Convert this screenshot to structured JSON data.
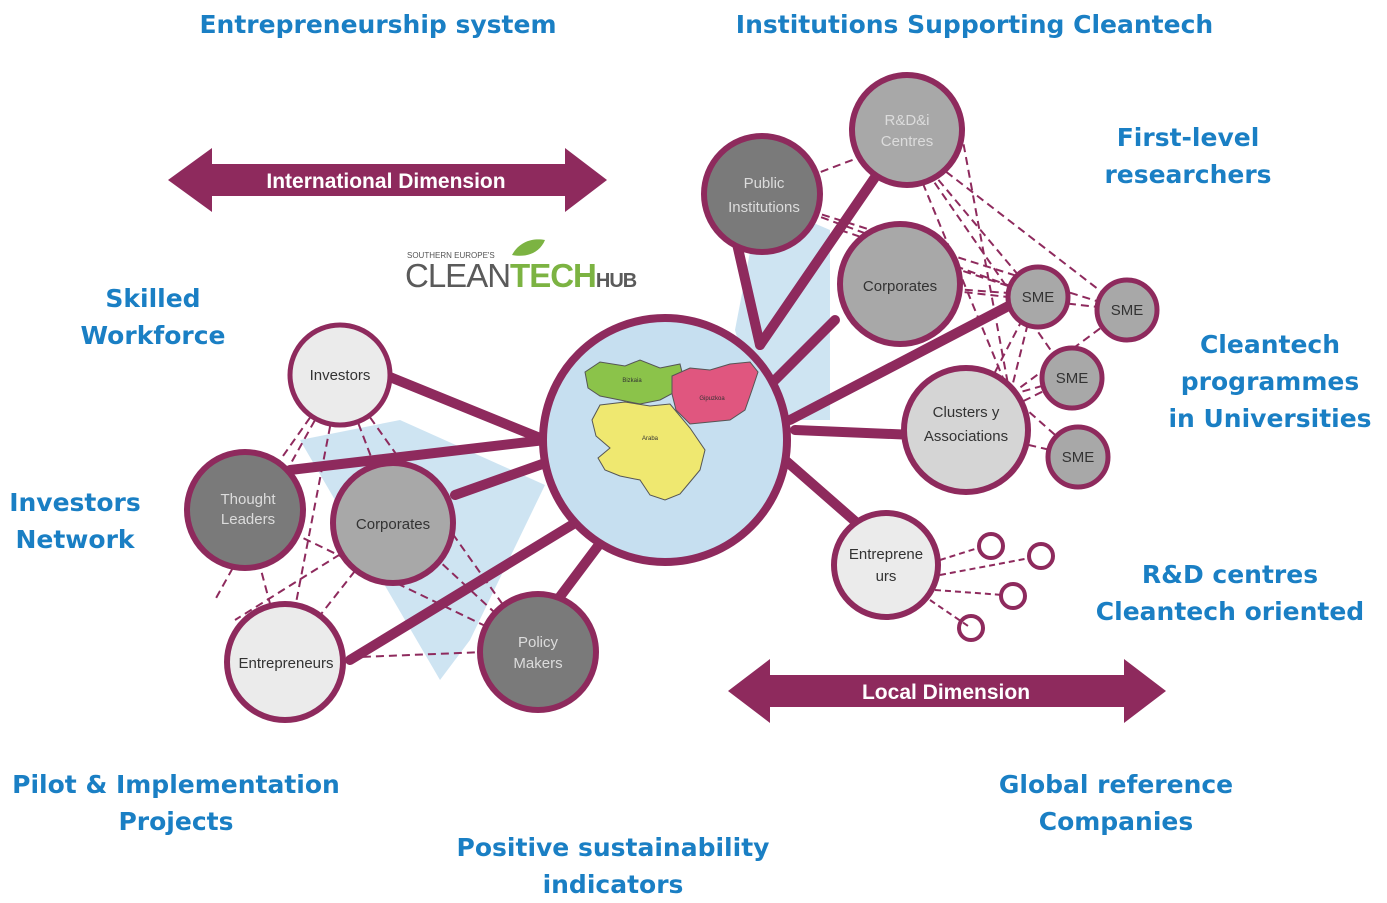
{
  "colors": {
    "label_blue": "#1a7fc4",
    "maroon": "#8e2a5d",
    "node_light": "#ebebeb",
    "node_mid": "#a8a8a8",
    "node_dark": "#7a7a7a",
    "center_fill": "#c6dff0",
    "region_green": "#8bc34a",
    "region_pink": "#e0567f",
    "region_yellow": "#efe870"
  },
  "outer_labels": {
    "entrepreneurship_system": "Entrepreneurship system",
    "institutions_supporting": "Institutions Supporting Cleantech",
    "first_level": [
      "First-level",
      "researchers"
    ],
    "skilled_workforce": [
      "Skilled",
      "Workforce"
    ],
    "cleantech_programmes": [
      "Cleantech",
      "programmes",
      "in Universities"
    ],
    "investors_network": [
      "Investors",
      "Network"
    ],
    "rd_centres": [
      "R&D centres",
      "Cleantech oriented"
    ],
    "pilot_projects": [
      "Pilot & Implementation",
      "Projects"
    ],
    "global_reference": [
      "Global reference",
      "Companies"
    ],
    "positive_sustainability": [
      "Positive sustainability",
      "indicators"
    ]
  },
  "arrows": {
    "international": "International Dimension",
    "local": "Local Dimension"
  },
  "logo": {
    "top_text": "SOUTHERN EUROPE'S",
    "clean": "CLEAN",
    "tech": "TECH",
    "hub": "HUB"
  },
  "left_nodes": {
    "investors": [
      "Investors"
    ],
    "thought_leaders": [
      "Thought",
      "Leaders"
    ],
    "corporates": [
      "Corporates"
    ],
    "entrepreneurs": [
      "Entrepreneurs"
    ],
    "policy_makers": [
      "Policy",
      "Makers"
    ]
  },
  "right_nodes": {
    "rddi_centres": [
      "R&D&i",
      "Centres"
    ],
    "public_institutions": [
      "Public",
      "Institutions"
    ],
    "corporates": [
      "Corporates"
    ],
    "clusters": [
      "Clusters y",
      "Associations"
    ],
    "entrepreneurs": [
      "Entreprene",
      "urs"
    ],
    "sme_1": [
      "SME"
    ],
    "sme_2": [
      "SME"
    ],
    "sme_3": [
      "SME"
    ],
    "sme_4": [
      "SME"
    ]
  },
  "map_regions": {
    "bizkaia": "Bizkaia",
    "gipuzkoa": "Gipuzkoa",
    "araba": "Araba"
  }
}
